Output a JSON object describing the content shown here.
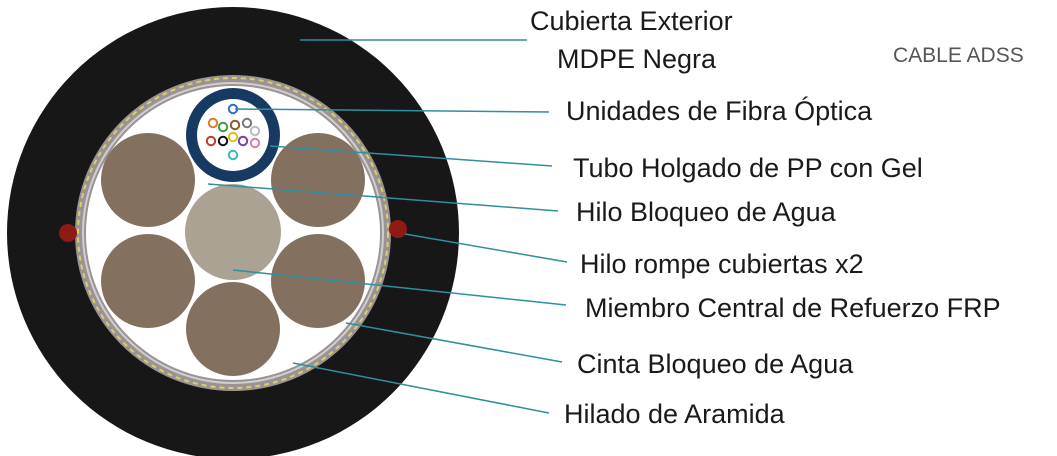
{
  "side_title": "CABLE ADSS",
  "labels": {
    "outer_jacket_line1": "Cubierta Exterior",
    "outer_jacket_line2": "MDPE Negra",
    "fiber_units": "Unidades de Fibra Óptica",
    "loose_tube": "Tubo Holgado de PP con Gel",
    "water_blocking_yarn": "Hilo Bloqueo de Agua",
    "ripcord": "Hilo rompe cubiertas x2",
    "central_member": "Miembro Central de Refuerzo FRP",
    "water_blocking_tape": "Cinta Bloqueo de Agua",
    "aramid_yarn": "Hilado de Aramida"
  },
  "colors": {
    "outer_jacket": "#171717",
    "aramid_ring": "#9b9393",
    "aramid_yarn": "#d8d06a",
    "inner_fill": "#ffffff",
    "filler_rod": "#84705f",
    "central_member": "#aaa292",
    "loose_tube": "#173a63",
    "ripcord": "#8e1a14",
    "leader_line": "#2f8ea0",
    "fiber_colors": [
      "#2a6fd1",
      "#e07a2e",
      "#3f9c3f",
      "#8a5a2b",
      "#777777",
      "#bbbbbb",
      "#c0392b",
      "#111111",
      "#d4c21e",
      "#7b3fa0",
      "#e07aa8",
      "#3fb6b6"
    ]
  }
}
